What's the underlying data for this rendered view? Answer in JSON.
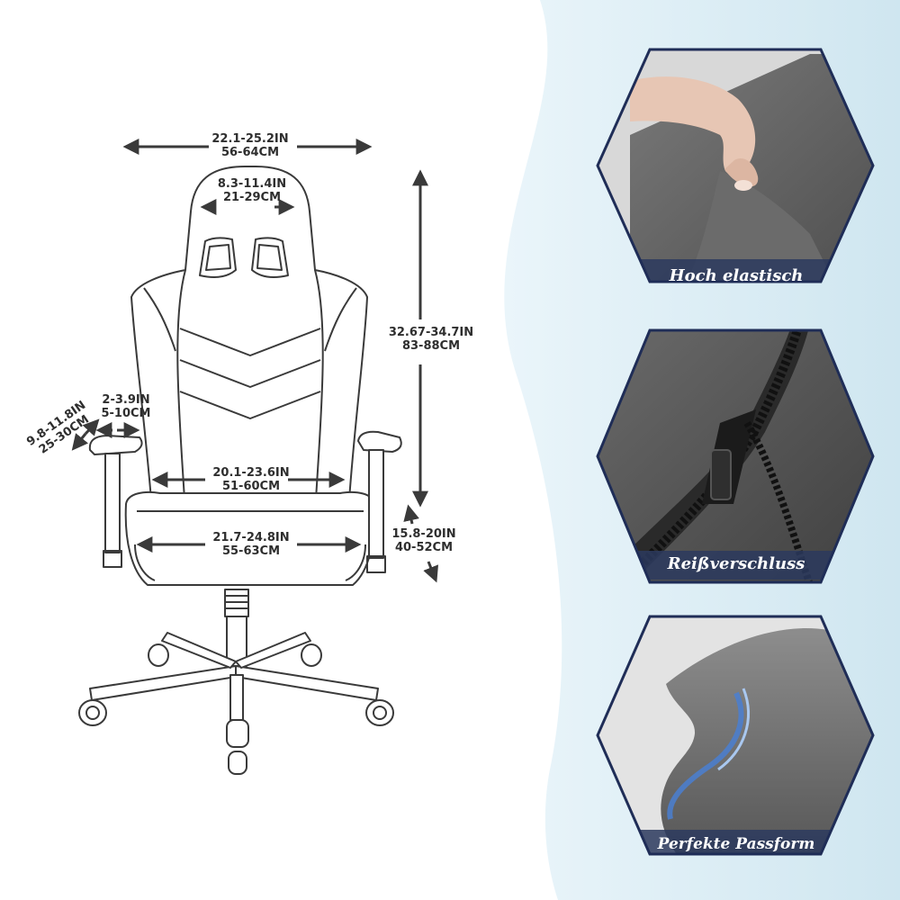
{
  "dimensions": {
    "top_width": {
      "in": "22.1-25.2IN",
      "cm": "56-64CM"
    },
    "headrest_width": {
      "in": "8.3-11.4IN",
      "cm": "21-29CM"
    },
    "back_height": {
      "in": "32.67-34.7IN",
      "cm": "83-88CM"
    },
    "armrest_adjust": {
      "in": "2-3.9IN",
      "cm": "5-10CM"
    },
    "armrest_height": {
      "in": "9.8-11.8IN",
      "cm": "25-30CM"
    },
    "back_width": {
      "in": "20.1-23.6IN",
      "cm": "51-60CM"
    },
    "seat_width": {
      "in": "21.7-24.8IN",
      "cm": "55-63CM"
    },
    "seat_depth": {
      "in": "15.8-20IN",
      "cm": "40-52CM"
    }
  },
  "features": [
    {
      "label": "Hoch elastisch",
      "icon": "stretch-fabric-photo"
    },
    {
      "label": "Reißverschluss",
      "icon": "zipper-photo"
    },
    {
      "label": "Perfekte Passform",
      "icon": "fitted-cover-photo"
    }
  ],
  "colors": {
    "panel_bg": "#d9edf5",
    "hex_border": "#1f2d57",
    "line": "#3a3a3a",
    "fabric": "#5e5e5e"
  }
}
